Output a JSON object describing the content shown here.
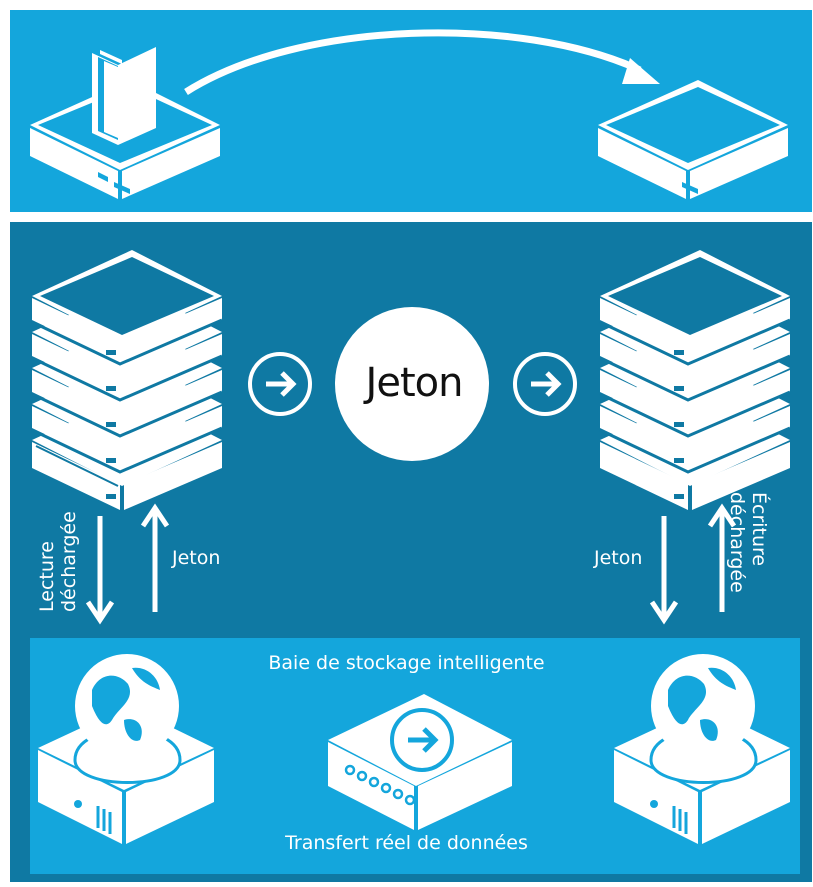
{
  "colors": {
    "light_blue": "#14a6dc",
    "dark_blue": "#0f79a3",
    "white": "#ffffff"
  },
  "center": {
    "token_label": "Jeton"
  },
  "left_arrows": {
    "down_label": "Lecture déchargée",
    "down_line1": "Lecture",
    "down_line2": "déchargée",
    "up_label": "Jeton"
  },
  "right_arrows": {
    "down_label": "Jeton",
    "up_label": "Écriture déchargée",
    "up_line1": "Écriture",
    "up_line2": "déchargée"
  },
  "storage": {
    "title": "Baie de stockage intelligente",
    "footer": "Transfert réel de données"
  },
  "icons": [
    "server-icon",
    "folder-icon",
    "server-stack-icon",
    "arrow-circle-icon",
    "globe-icon",
    "storage-device-icon"
  ]
}
